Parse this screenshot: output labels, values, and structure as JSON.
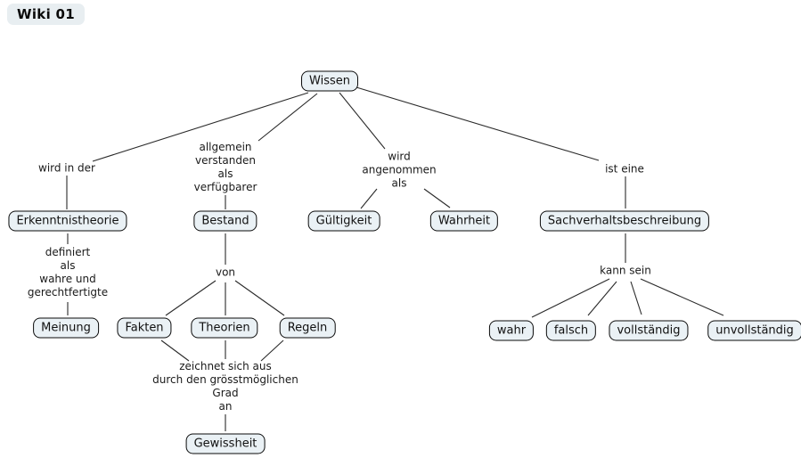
{
  "page": {
    "title": "Wiki 01"
  },
  "colors": {
    "background": "#ffffff",
    "node_fill": "#eaf1f5",
    "node_border": "#0a0a0a",
    "edge_line": "#2a2a2a",
    "title_bg": "#e8eef1",
    "text": "#1a1a1a"
  },
  "map": {
    "nodes": {
      "wissen": "Wissen",
      "erkenntnistheorie": "Erkenntnistheorie",
      "bestand": "Bestand",
      "gueltigkeit": "Gültigkeit",
      "wahrheit": "Wahrheit",
      "sachverhalt": "Sachverhaltsbeschreibung",
      "meinung": "Meinung",
      "fakten": "Fakten",
      "theorien": "Theorien",
      "regeln": "Regeln",
      "gewissheit": "Gewissheit",
      "wahr": "wahr",
      "falsch": "falsch",
      "vollstaendig": "vollständig",
      "unvollstaendig": "unvollständig"
    },
    "links": {
      "wird_in_der": "wird in der",
      "allgemein_verstanden": "allgemein\nverstanden\nals\nverfügbarer",
      "wird_angenommen": "wird\nangenommen\nals",
      "ist_eine": "ist eine",
      "definiert_als": "definiert\nals\nwahre und\ngerechtfertigte",
      "von": "von",
      "zeichnet_sich_aus": "zeichnet sich aus\ndurch den grösstmöglichen\nGrad\nan",
      "kann_sein": "kann sein"
    },
    "edges": [
      {
        "from": [
          "Wissen"
        ],
        "label": "wird in der",
        "to": [
          "Erkenntnistheorie"
        ]
      },
      {
        "from": [
          "Wissen"
        ],
        "label": "allgemein verstanden als verfügbarer",
        "to": [
          "Bestand"
        ]
      },
      {
        "from": [
          "Wissen"
        ],
        "label": "wird angenommen als",
        "to": [
          "Gültigkeit",
          "Wahrheit"
        ]
      },
      {
        "from": [
          "Wissen"
        ],
        "label": "ist eine",
        "to": [
          "Sachverhaltsbeschreibung"
        ]
      },
      {
        "from": [
          "Erkenntnistheorie"
        ],
        "label": "definiert als wahre und gerechtfertigte",
        "to": [
          "Meinung"
        ]
      },
      {
        "from": [
          "Bestand"
        ],
        "label": "von",
        "to": [
          "Fakten",
          "Theorien",
          "Regeln"
        ]
      },
      {
        "from": [
          "Fakten",
          "Theorien",
          "Regeln"
        ],
        "label": "zeichnet sich aus durch den grösstmöglichen Grad an",
        "to": [
          "Gewissheit"
        ]
      },
      {
        "from": [
          "Sachverhaltsbeschreibung"
        ],
        "label": "kann sein",
        "to": [
          "wahr",
          "falsch",
          "vollständig",
          "unvollständig"
        ]
      }
    ]
  }
}
